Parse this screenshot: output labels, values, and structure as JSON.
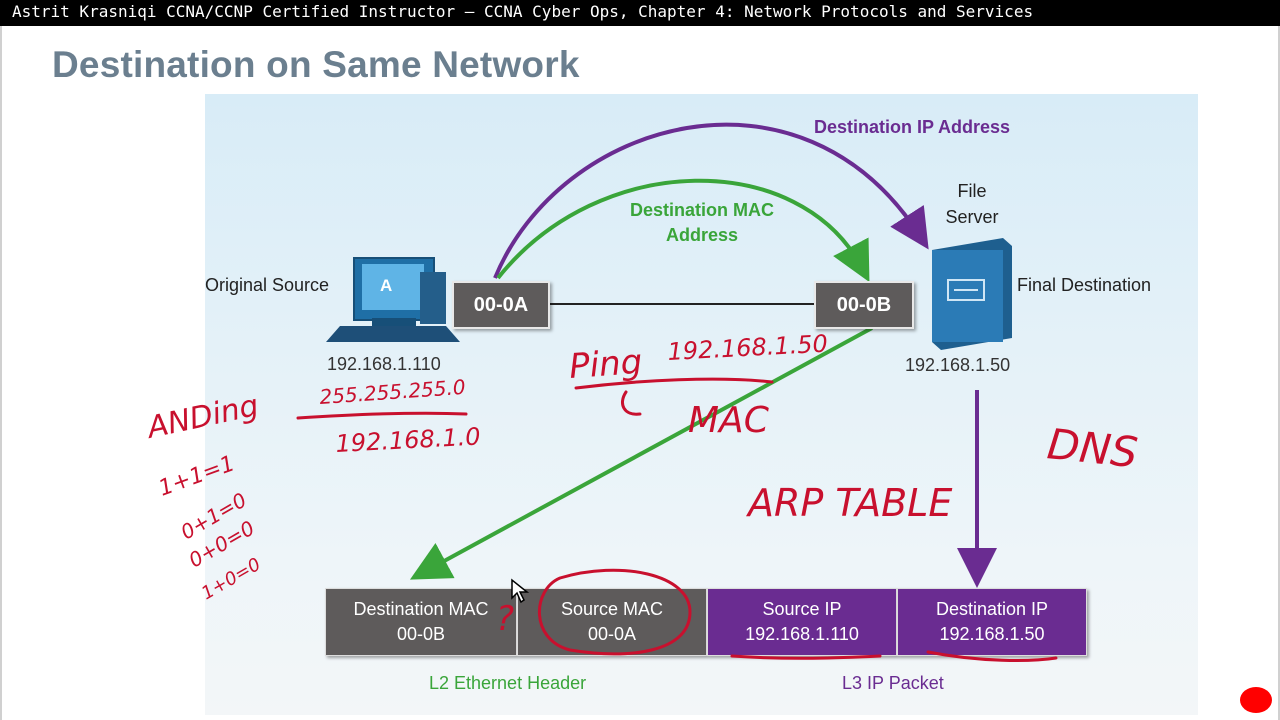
{
  "window": {
    "title": "Astrit Krasniqi CCNA/CCNP Certified Instructor – CCNA Cyber Ops, Chapter 4: Network Protocols and Services"
  },
  "slide": {
    "title": "Destination on Same Network"
  },
  "diagram": {
    "dest_ip_label": "Destination IP Address",
    "dest_mac_label_line1": "Destination MAC",
    "dest_mac_label_line2": "Address",
    "file_server_line1": "File",
    "file_server_line2": "Server",
    "original_source": "Original Source",
    "final_destination": "Final Destination",
    "pc_letter": "A",
    "source_ip": "192.168.1.110",
    "dest_ip": "192.168.1.50",
    "source_mac_box": "00-0A",
    "dest_mac_box": "00-0B"
  },
  "frame": {
    "cells": [
      {
        "title": "Destination MAC",
        "value": "00-0B"
      },
      {
        "title": "Source MAC",
        "value": "00-0A"
      },
      {
        "title": "Source IP",
        "value": "192.168.1.110"
      },
      {
        "title": "Destination IP",
        "value": "192.168.1.50"
      }
    ],
    "l2_caption": "L2 Ethernet Header",
    "l3_caption": "L3 IP Packet"
  },
  "annotations": {
    "anding": "ANDing",
    "mask": "255.255.255.0",
    "network": "192.168.1.0",
    "truth1": "1+1=1",
    "truth2": "0+1=0",
    "truth3": "0+0=0",
    "truth4": "1+0=0",
    "ping": "Ping",
    "ping_ip": "192.168.1.50",
    "mac": "MAC",
    "arp": "ARP TABLE",
    "dns": "DNS",
    "question": "?"
  },
  "colors": {
    "purple": "#6a2c91",
    "green": "#3aa53a",
    "ink": "#c8102e",
    "gray_box": "#5e5b5b",
    "title": "#6b7f8f"
  }
}
